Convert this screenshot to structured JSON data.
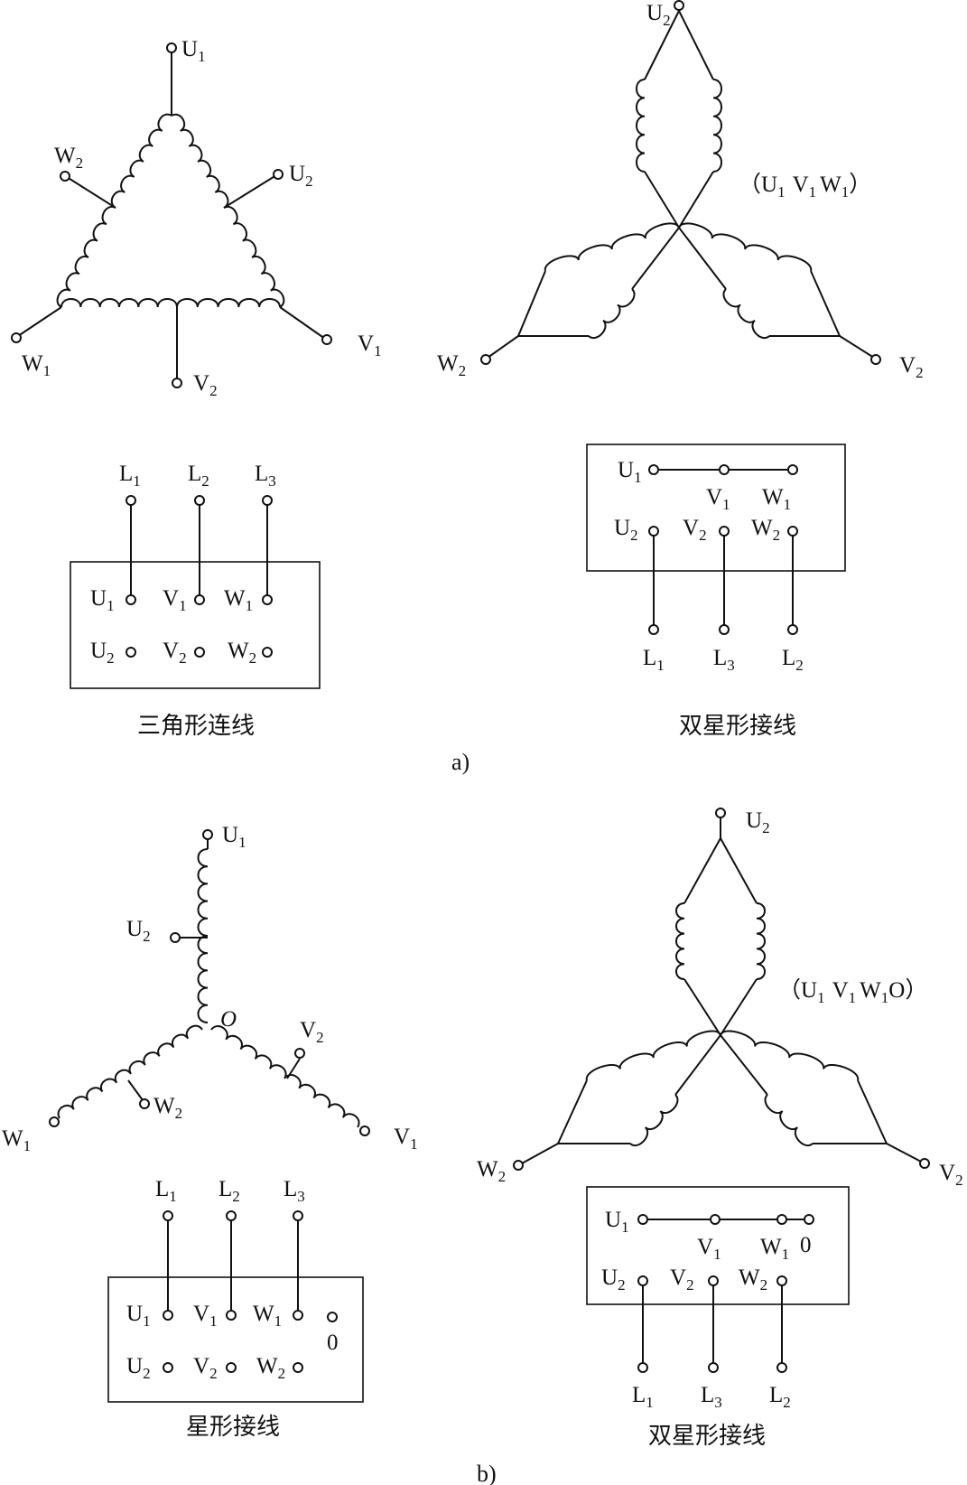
{
  "diagram_a": {
    "panel_label": "a)",
    "delta": {
      "caption": "三角形连线",
      "terminals": {
        "U1": {
          "base": "U",
          "sub": "1"
        },
        "W2": {
          "base": "W",
          "sub": "2"
        },
        "U2": {
          "base": "U",
          "sub": "2"
        },
        "W1": {
          "base": "W",
          "sub": "1"
        },
        "V1": {
          "base": "V",
          "sub": "1"
        },
        "V2": {
          "base": "V",
          "sub": "2"
        }
      },
      "board": {
        "lines": [
          {
            "base": "L",
            "sub": "1"
          },
          {
            "base": "L",
            "sub": "2"
          },
          {
            "base": "L",
            "sub": "3"
          }
        ],
        "row1": [
          {
            "base": "U",
            "sub": "1"
          },
          {
            "base": "V",
            "sub": "1"
          },
          {
            "base": "W",
            "sub": "1"
          }
        ],
        "row2": [
          {
            "base": "U",
            "sub": "2"
          },
          {
            "base": "V",
            "sub": "2"
          },
          {
            "base": "W",
            "sub": "2"
          }
        ]
      }
    },
    "double_star": {
      "caption": "双星形接线",
      "center_note": {
        "open": "（",
        "u": "U",
        "v": "V",
        "w": "W",
        "sub": "1",
        "extra": "",
        "close": "）"
      },
      "terminals": {
        "U2": {
          "base": "U",
          "sub": "2"
        },
        "W2": {
          "base": "W",
          "sub": "2"
        },
        "V2": {
          "base": "V",
          "sub": "2"
        }
      },
      "board": {
        "row1": [
          {
            "base": "U",
            "sub": "1"
          },
          {
            "base": "V",
            "sub": "1"
          },
          {
            "base": "W",
            "sub": "1"
          }
        ],
        "row2": [
          {
            "base": "U",
            "sub": "2"
          },
          {
            "base": "V",
            "sub": "2"
          },
          {
            "base": "W",
            "sub": "2"
          }
        ],
        "lines": [
          {
            "base": "L",
            "sub": "1"
          },
          {
            "base": "L",
            "sub": "3"
          },
          {
            "base": "L",
            "sub": "2"
          }
        ]
      }
    }
  },
  "diagram_b": {
    "panel_label": "b)",
    "star": {
      "caption": "星形接线",
      "neutral": "O",
      "terminals": {
        "U1": {
          "base": "U",
          "sub": "1"
        },
        "U2": {
          "base": "U",
          "sub": "2"
        },
        "V2": {
          "base": "V",
          "sub": "2"
        },
        "W2": {
          "base": "W",
          "sub": "2"
        },
        "W1": {
          "base": "W",
          "sub": "1"
        },
        "V1": {
          "base": "V",
          "sub": "1"
        }
      },
      "board": {
        "lines": [
          {
            "base": "L",
            "sub": "1"
          },
          {
            "base": "L",
            "sub": "2"
          },
          {
            "base": "L",
            "sub": "3"
          }
        ],
        "row1": [
          {
            "base": "U",
            "sub": "1"
          },
          {
            "base": "V",
            "sub": "1"
          },
          {
            "base": "W",
            "sub": "1"
          }
        ],
        "row2": [
          {
            "base": "U",
            "sub": "2"
          },
          {
            "base": "V",
            "sub": "2"
          },
          {
            "base": "W",
            "sub": "2"
          }
        ],
        "zero": "0"
      }
    },
    "double_star": {
      "caption": "双星形接线",
      "center_note": {
        "open": "（",
        "u": "U",
        "v": "V",
        "w": "W",
        "sub": "1",
        "extra": "O",
        "close": "）"
      },
      "terminals": {
        "U2": {
          "base": "U",
          "sub": "2"
        },
        "W2": {
          "base": "W",
          "sub": "2"
        },
        "V2": {
          "base": "V",
          "sub": "2"
        }
      },
      "board": {
        "row1": [
          {
            "base": "U",
            "sub": "1"
          },
          {
            "base": "V",
            "sub": "1"
          },
          {
            "base": "W",
            "sub": "1"
          }
        ],
        "zero": "0",
        "row2": [
          {
            "base": "U",
            "sub": "2"
          },
          {
            "base": "V",
            "sub": "2"
          },
          {
            "base": "W",
            "sub": "2"
          }
        ],
        "lines": [
          {
            "base": "L",
            "sub": "1"
          },
          {
            "base": "L",
            "sub": "3"
          },
          {
            "base": "L",
            "sub": "2"
          }
        ]
      }
    }
  }
}
